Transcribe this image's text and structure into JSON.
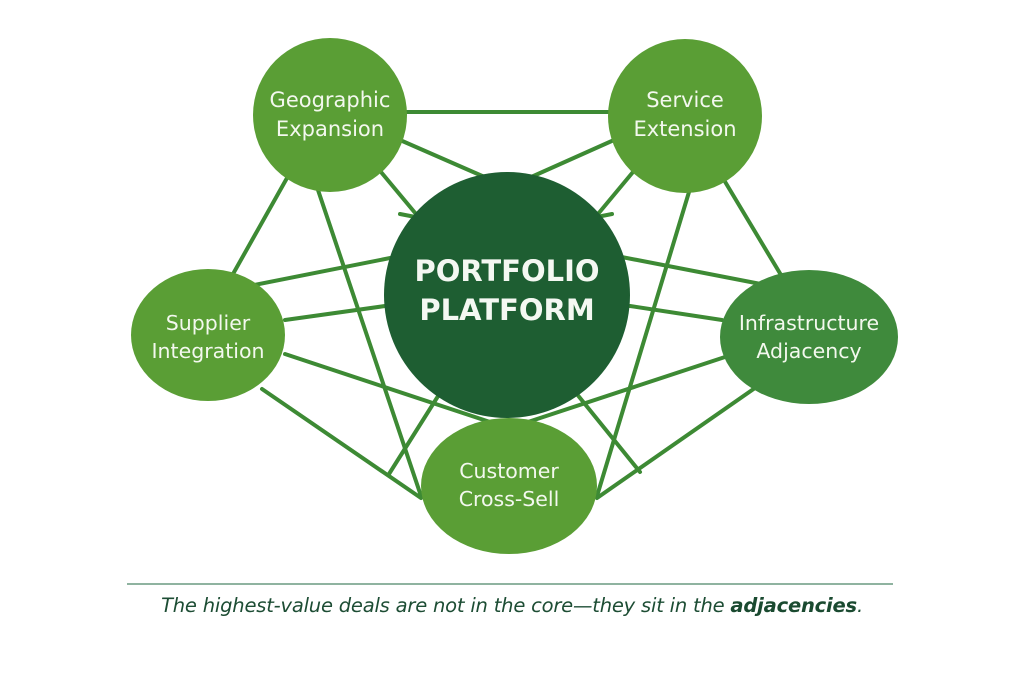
{
  "diagram": {
    "center": {
      "lines": [
        "PORTFOLIO",
        "PLATFORM"
      ],
      "color": "#1e5e32"
    },
    "nodes": [
      {
        "id": "geographic",
        "lines": [
          "Geographic",
          "Expansion"
        ],
        "color": "#5a9e35"
      },
      {
        "id": "service",
        "lines": [
          "Service",
          "Extension"
        ],
        "color": "#5a9e35"
      },
      {
        "id": "supplier",
        "lines": [
          "Supplier",
          "Integration"
        ],
        "color": "#5a9e35"
      },
      {
        "id": "infrastructure",
        "lines": [
          "Infrastructure",
          "Adjacency"
        ],
        "color": "#3f8a3c"
      },
      {
        "id": "customer",
        "lines": [
          "Customer",
          "Cross-Sell"
        ],
        "color": "#5a9e35"
      }
    ],
    "connections": [
      [
        "geographic",
        "service"
      ],
      [
        "geographic",
        "center"
      ],
      [
        "service",
        "center"
      ],
      [
        "geographic",
        "supplier"
      ],
      [
        "service",
        "infrastructure"
      ],
      [
        "geographic",
        "customer"
      ],
      [
        "service",
        "customer"
      ],
      [
        "supplier",
        "service"
      ],
      [
        "infrastructure",
        "geographic"
      ],
      [
        "supplier",
        "center"
      ],
      [
        "infrastructure",
        "center"
      ],
      [
        "supplier",
        "customer"
      ],
      [
        "infrastructure",
        "customer"
      ],
      [
        "supplier",
        "infrastructure-via-customer"
      ],
      [
        "center",
        "customer-left"
      ],
      [
        "center",
        "customer-right"
      ]
    ],
    "line_color": "#3d8a34"
  },
  "caption": {
    "prefix": "The highest-value deals are not in the core—they sit in the ",
    "emphasis": "adjacencies",
    "suffix": "."
  }
}
